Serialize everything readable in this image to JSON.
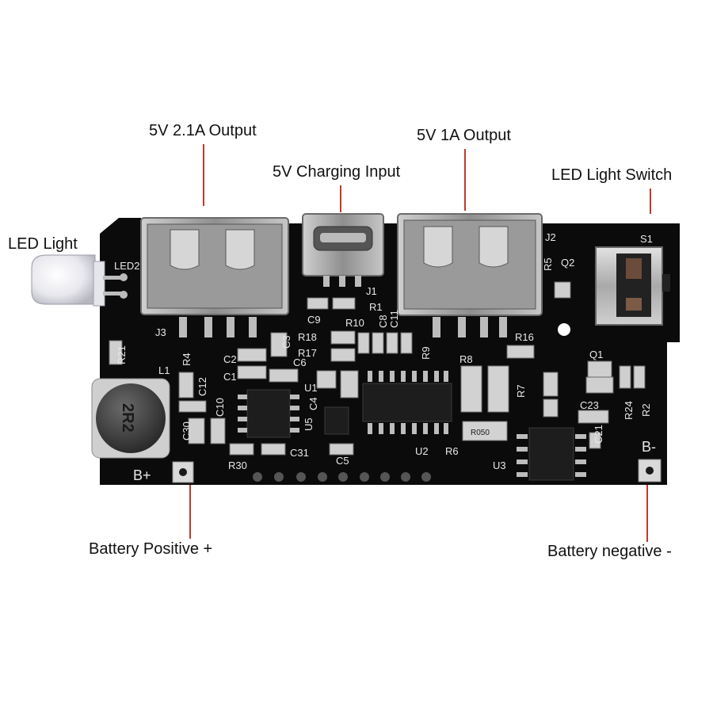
{
  "callouts": {
    "output_21a": "5V 2.1A Output",
    "charging_input": "5V Charging Input",
    "output_1a": "5V 1A Output",
    "led_switch": "LED Light Switch",
    "led_light": "LED Light",
    "battery_positive": "Battery Positive +",
    "battery_negative": "Battery negative -"
  },
  "silkscreen": {
    "led2": "LED2",
    "j1": "J1",
    "j2": "J2",
    "j3": "J3",
    "s1": "S1",
    "q1": "Q1",
    "q2": "Q2",
    "l1": "L1",
    "u1": "U1",
    "u2": "U2",
    "u3": "U3",
    "u5": "U5",
    "r1": "R1",
    "r2": "R2",
    "r4": "R4",
    "r5": "R5",
    "r6": "R6",
    "r7": "R7",
    "r8": "R8",
    "r9": "R9",
    "r10": "R10",
    "r16": "R16",
    "r17": "R17",
    "r18": "R18",
    "r21": "R21",
    "r24": "R24",
    "r30": "R30",
    "c1": "C1",
    "c2": "C2",
    "c3": "C3",
    "c4": "C4",
    "c5": "C5",
    "c6": "C6",
    "c8": "C8",
    "c9": "C9",
    "c10": "C10",
    "c11": "C11",
    "c12": "C12",
    "c21": "C21",
    "c23": "C23",
    "c30": "C30",
    "c31": "C31",
    "b_plus": "B+",
    "b_minus": "B-",
    "inductor_marking": "2R2",
    "resistor_marking": "R050"
  },
  "colors": {
    "pcb": "#0d0d0d",
    "silk": "#e8e8e8",
    "leader": "#c0392b",
    "metal": "#b9b9b9"
  }
}
